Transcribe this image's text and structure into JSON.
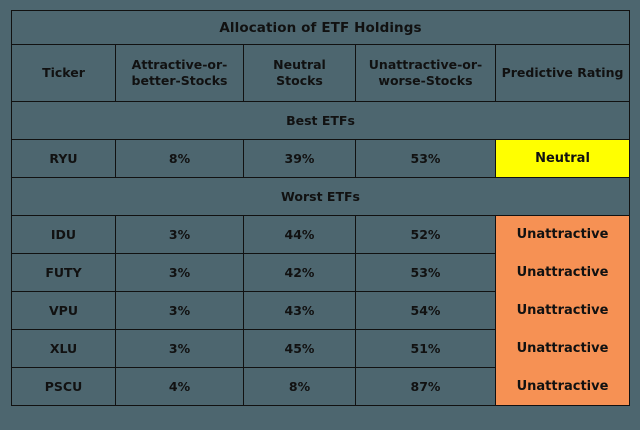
{
  "table": {
    "title": "Allocation of ETF Holdings",
    "columns": [
      {
        "id": "ticker",
        "label": "Ticker"
      },
      {
        "id": "attr",
        "label": "Attractive-or-better-Stocks",
        "line1": "Attractive-or-",
        "line2": "better-Stocks"
      },
      {
        "id": "neutral",
        "label": "Neutral Stocks",
        "line1": "Neutral",
        "line2": "Stocks"
      },
      {
        "id": "unattr",
        "label": "Unattractive-or-worse-Stocks",
        "line1": "Unattractive-or-",
        "line2": "worse-Stocks"
      },
      {
        "id": "rating",
        "label": "Predictive Rating"
      }
    ],
    "sections": [
      {
        "heading": "Best ETFs",
        "rows": [
          {
            "ticker": "RYU",
            "attr": "8%",
            "neutral": "39%",
            "unattr": "53%",
            "rating": "Neutral",
            "rating_color": "#ffff00"
          }
        ]
      },
      {
        "heading": "Worst ETFs",
        "rows": [
          {
            "ticker": "IDU",
            "attr": "3%",
            "neutral": "44%",
            "unattr": "52%",
            "rating": "Unattractive",
            "rating_color": "#f69154"
          },
          {
            "ticker": "FUTY",
            "attr": "3%",
            "neutral": "42%",
            "unattr": "53%",
            "rating": "Unattractive",
            "rating_color": "#f69154"
          },
          {
            "ticker": "VPU",
            "attr": "3%",
            "neutral": "43%",
            "unattr": "54%",
            "rating": "Unattractive",
            "rating_color": "#f69154"
          },
          {
            "ticker": "XLU",
            "attr": "3%",
            "neutral": "45%",
            "unattr": "51%",
            "rating": "Unattractive",
            "rating_color": "#f69154"
          },
          {
            "ticker": "PSCU",
            "attr": "4%",
            "neutral": "8%",
            "unattr": "87%",
            "rating": "Unattractive",
            "rating_color": "#f69154"
          }
        ]
      }
    ]
  },
  "chart_data": {
    "type": "table",
    "title": "Allocation of ETF Holdings",
    "columns": [
      "Ticker",
      "Attractive-or-better-Stocks",
      "Neutral Stocks",
      "Unattractive-or-worse-Stocks",
      "Predictive Rating"
    ],
    "groups": [
      {
        "name": "Best ETFs",
        "rows": [
          [
            "RYU",
            8,
            39,
            53,
            "Neutral"
          ]
        ]
      },
      {
        "name": "Worst ETFs",
        "rows": [
          [
            "IDU",
            3,
            44,
            52,
            "Unattractive"
          ],
          [
            "FUTY",
            3,
            42,
            53,
            "Unattractive"
          ],
          [
            "VPU",
            3,
            43,
            54,
            "Unattractive"
          ],
          [
            "XLU",
            3,
            45,
            51,
            "Unattractive"
          ],
          [
            "PSCU",
            4,
            8,
            87,
            "Unattractive"
          ]
        ]
      }
    ],
    "units": "percent",
    "colors": {
      "background": "#4d666f",
      "border": "#111111",
      "neutral_badge": "#ffff00",
      "unattractive_badge": "#f69154",
      "text": "#111111"
    }
  }
}
